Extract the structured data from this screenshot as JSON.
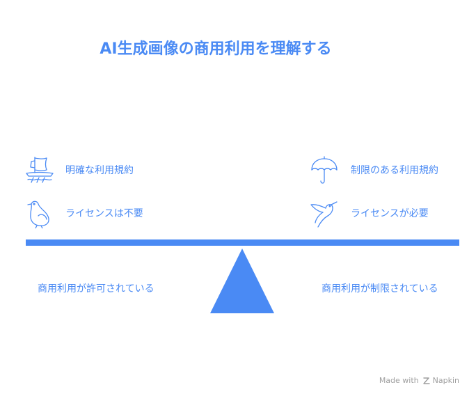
{
  "title": "AI生成画像の商用利用を理解する",
  "left": {
    "items": [
      {
        "label": "明確な利用規約",
        "icon": "sailboat-icon"
      },
      {
        "label": "ライセンスは不要",
        "icon": "bird-icon"
      }
    ],
    "bottom_label": "商用利用が許可されている"
  },
  "right": {
    "items": [
      {
        "label": "制限のある利用規約",
        "icon": "umbrella-icon"
      },
      {
        "label": "ライセンスが必要",
        "icon": "hummingbird-icon"
      }
    ],
    "bottom_label": "商用利用が制限されている"
  },
  "watermark": {
    "made_with": "Made with",
    "brand": "Napkin"
  },
  "colors": {
    "accent": "#4a8af4",
    "watermark": "#9e9e9e"
  }
}
